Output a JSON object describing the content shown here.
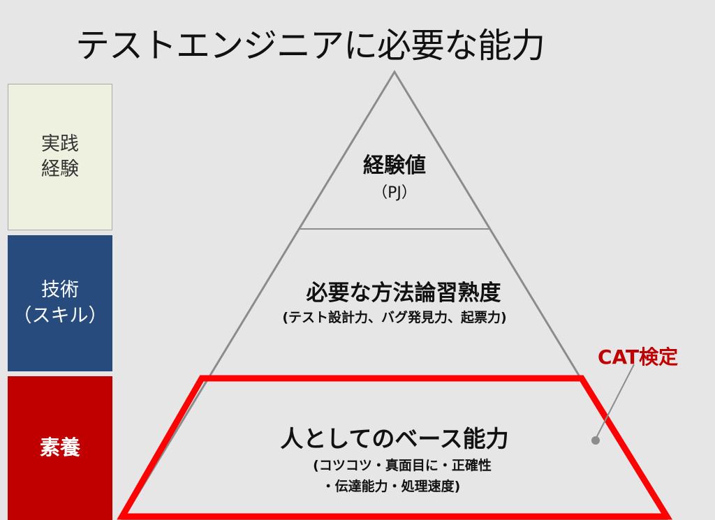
{
  "title": "テストエンジニアに必要な能力",
  "colors": {
    "background": "#e6e6e6",
    "practice_box": "#eef0e0",
    "tech_box": "#264b7c",
    "base_box": "#c00000",
    "pyramid_stroke": "#8c8c8c",
    "highlight": "#ff0000",
    "cat_text": "#c00000"
  },
  "sidebar": {
    "practice": {
      "line1": "実践",
      "line2": "経験"
    },
    "tech": {
      "line1": "技術",
      "line2": "（スキル）"
    },
    "base": {
      "line1": "素養"
    }
  },
  "pyramid": {
    "top": {
      "title": "経験値",
      "sub": "（PJ）"
    },
    "middle": {
      "title": "必要な方法論習熟度",
      "sub": "(テスト設計力、バグ発見力、起票力)"
    },
    "bottom": {
      "title": "人としてのベース能力",
      "sub1": "(コツコツ・真面目に・正確性",
      "sub2": "・伝達能力・処理速度)"
    }
  },
  "callout": {
    "label": "CAT検定"
  }
}
